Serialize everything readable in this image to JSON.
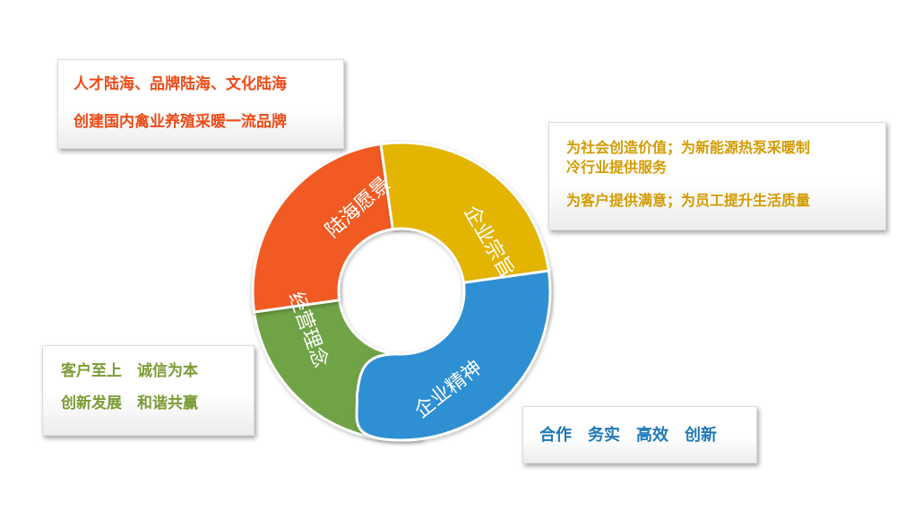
{
  "cards": {
    "vision": {
      "line1": "人才陆海、品牌陆海、文化陆海",
      "line2": "创建国内禽业养殖采暖一流品牌"
    },
    "purpose": {
      "line1": "为社会创造价值；为新能源热泵采暖制",
      "line2": "冷行业提供服务",
      "line3": "为客户提供满意；为员工提升生活质量"
    },
    "values": {
      "line1": "客户至上　诚信为本",
      "line2": "创新发展　和谐共赢"
    },
    "spirit": {
      "line1": "合作　务实　高效　创新"
    }
  },
  "cycle": {
    "segments": [
      {
        "id": "vision",
        "label": "陆海愿景",
        "color": "#f15a24"
      },
      {
        "id": "purpose",
        "label": "企业宗旨",
        "color": "#e3b405"
      },
      {
        "id": "spirit",
        "label": "企业精神",
        "color": "#2e8fd3"
      },
      {
        "id": "values",
        "label": "经营理念",
        "color": "#6fa345"
      }
    ]
  },
  "colors": {
    "vision_text": "#ee4b17",
    "purpose_text": "#d39b00",
    "values_text": "#7a9c35",
    "spirit_text": "#1f78b8"
  }
}
